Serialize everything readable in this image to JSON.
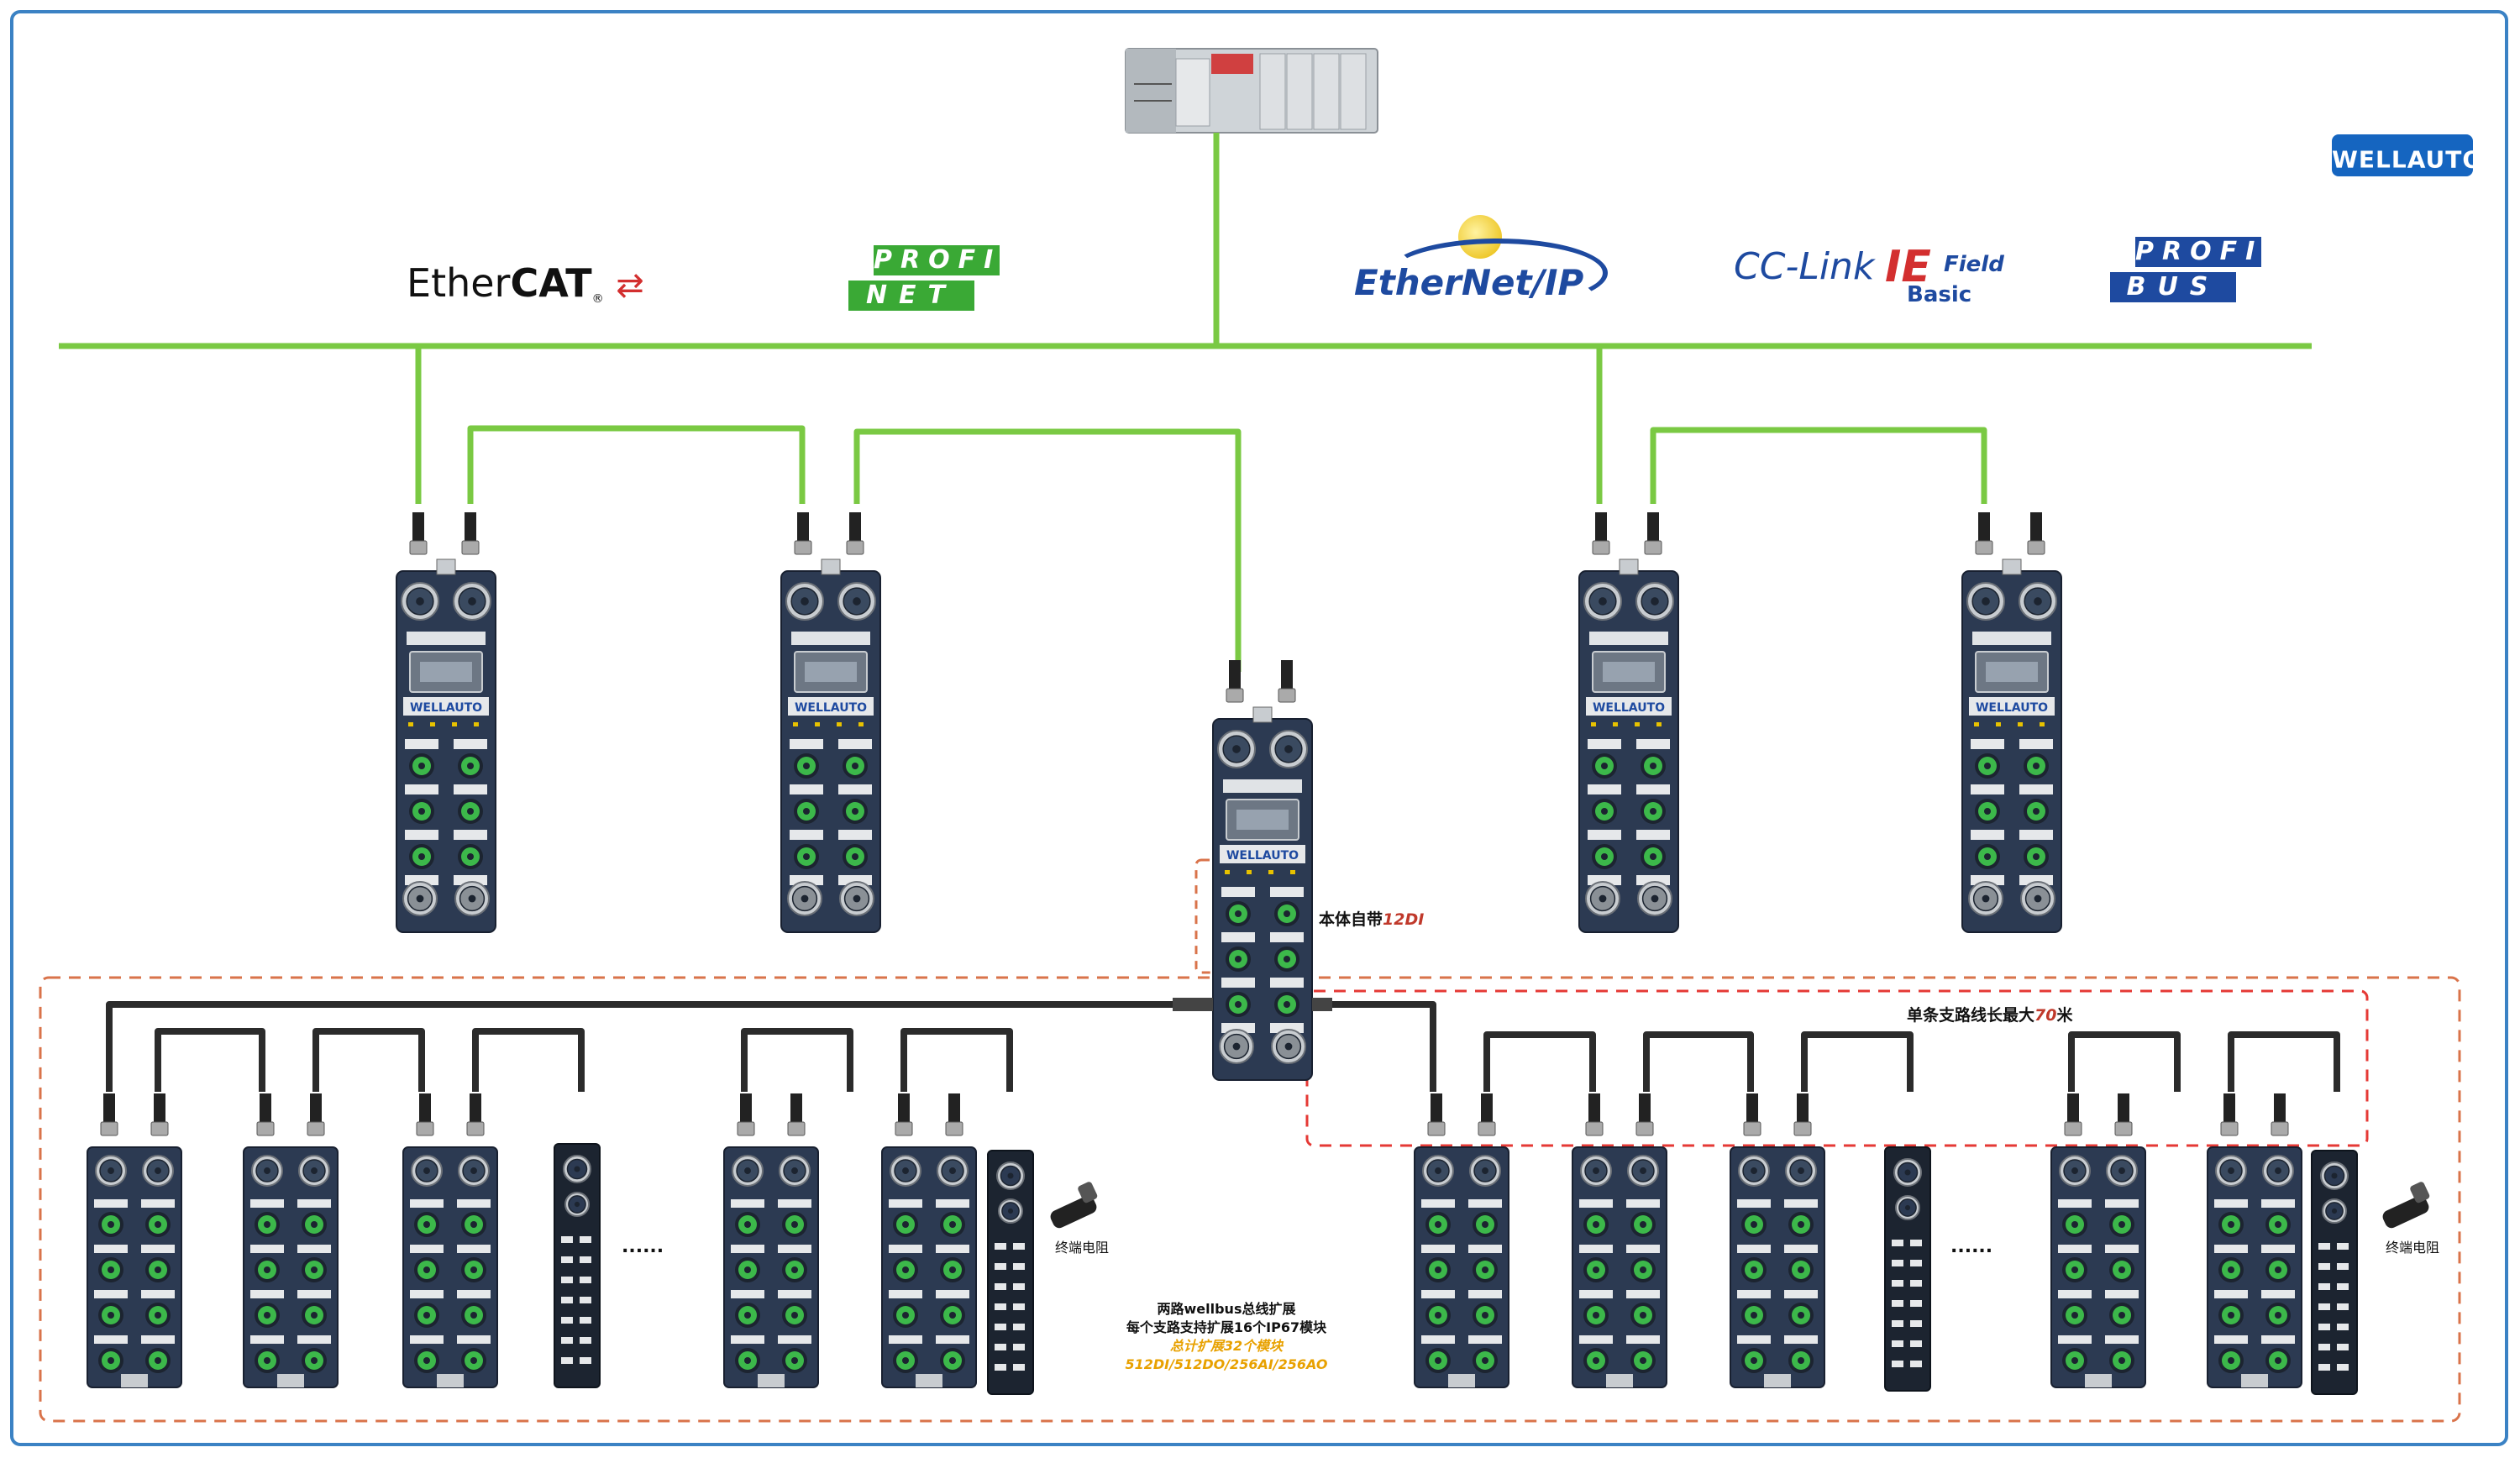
{
  "brand": {
    "logo_text": "WELLAUTO"
  },
  "protocols": {
    "ethercat": {
      "text_a": "Ether",
      "text_b": "CAT"
    },
    "profinet": {
      "row1": "PROFI",
      "row2": "NET"
    },
    "ethernetip": {
      "text": "EtherNet/IP"
    },
    "cclink": {
      "text_a": "CC-Link",
      "text_b": "IE",
      "text_c": "Field",
      "text_d": "Basic"
    },
    "profibus": {
      "row1": "PROFI",
      "row2": "BUS"
    }
  },
  "module_brand": "WELLAUTO",
  "annotations": {
    "builtin_prefix": "本体自带",
    "builtin_value": "12DI",
    "branch_prefix": "单条支路线长最大",
    "branch_value": "70",
    "branch_suffix": "米",
    "terminator": "终端电阻",
    "ellipsis": "......",
    "summary_line1": "两路wellbus总线扩展",
    "summary_line2": "每个支路支持扩展16个IP67模块",
    "summary_line3": "总计扩展32个模块",
    "summary_line4": "512DI/512DO/256AI/256AO"
  },
  "colors": {
    "ethernet_cable": "#7ac943",
    "bus_cable": "#333333",
    "module_body": "#2c3a52",
    "connector_green": "#3cb84a",
    "border_blue": "#3b82c4",
    "dashed_orange": "#d9734a",
    "dashed_red": "#e53935",
    "brand_blue": "#1565c0"
  }
}
